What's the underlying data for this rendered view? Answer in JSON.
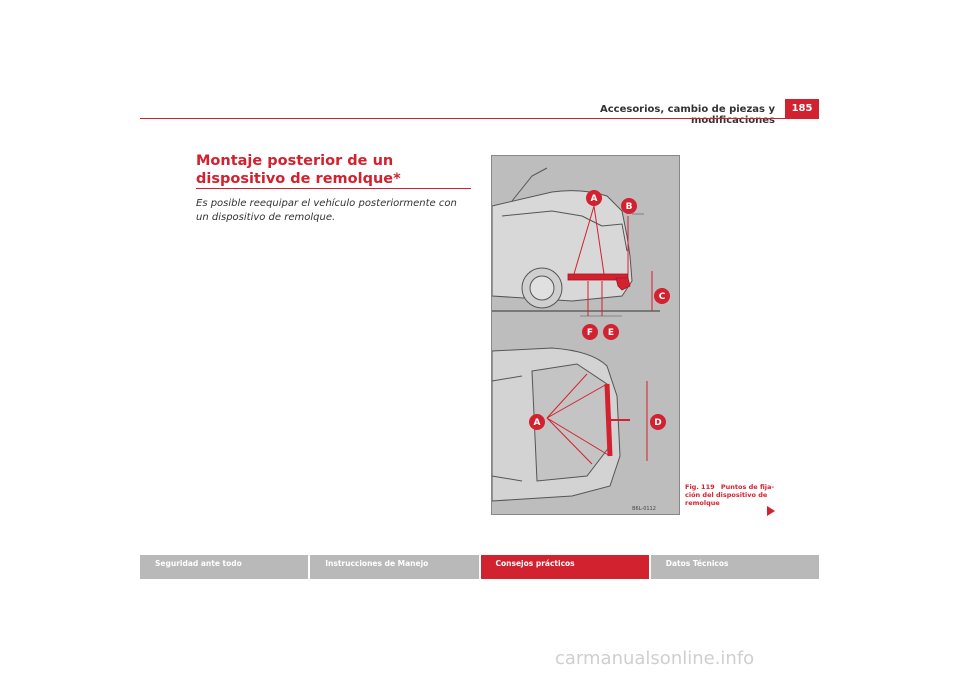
{
  "header": {
    "title": "Accesorios, cambio de piezas y modificaciones",
    "page_number": "185"
  },
  "section": {
    "title": "Montaje posterior de un dispositivo de remolque*",
    "intro": "Es posible reequipar el vehículo posteriormente con un dispositivo de remolque."
  },
  "figure": {
    "labels": [
      "A",
      "B",
      "C",
      "F",
      "E",
      "A",
      "D"
    ],
    "code": "B6L-0112",
    "caption_num": "Fig. 119",
    "caption_text": "Puntos de fija-ción del dispositivo de remolque",
    "accent_color": "#d2212f"
  },
  "footer": {
    "tabs": [
      "Seguridad ante todo",
      "Instrucciones de Manejo",
      "Consejos prácticos",
      "Datos Técnicos"
    ],
    "active_tab": "Consejos prácticos"
  },
  "watermark": "carmanualsonline.info"
}
